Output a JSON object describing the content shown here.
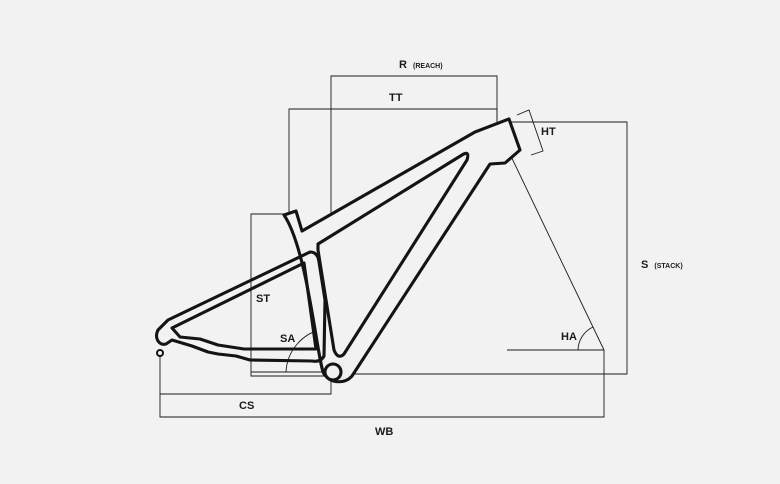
{
  "colors": {
    "background": "#f2f2f2",
    "line": "#1b1b1b"
  },
  "labels": {
    "reach_main": "R",
    "reach_sub": "(REACH)",
    "top_tube": "TT",
    "head_tube": "HT",
    "stack_main": "S",
    "stack_sub": "(STACK)",
    "head_angle": "HA",
    "seat_tube": "ST",
    "seat_angle": "SA",
    "chainstay": "CS",
    "wheelbase": "WB"
  }
}
